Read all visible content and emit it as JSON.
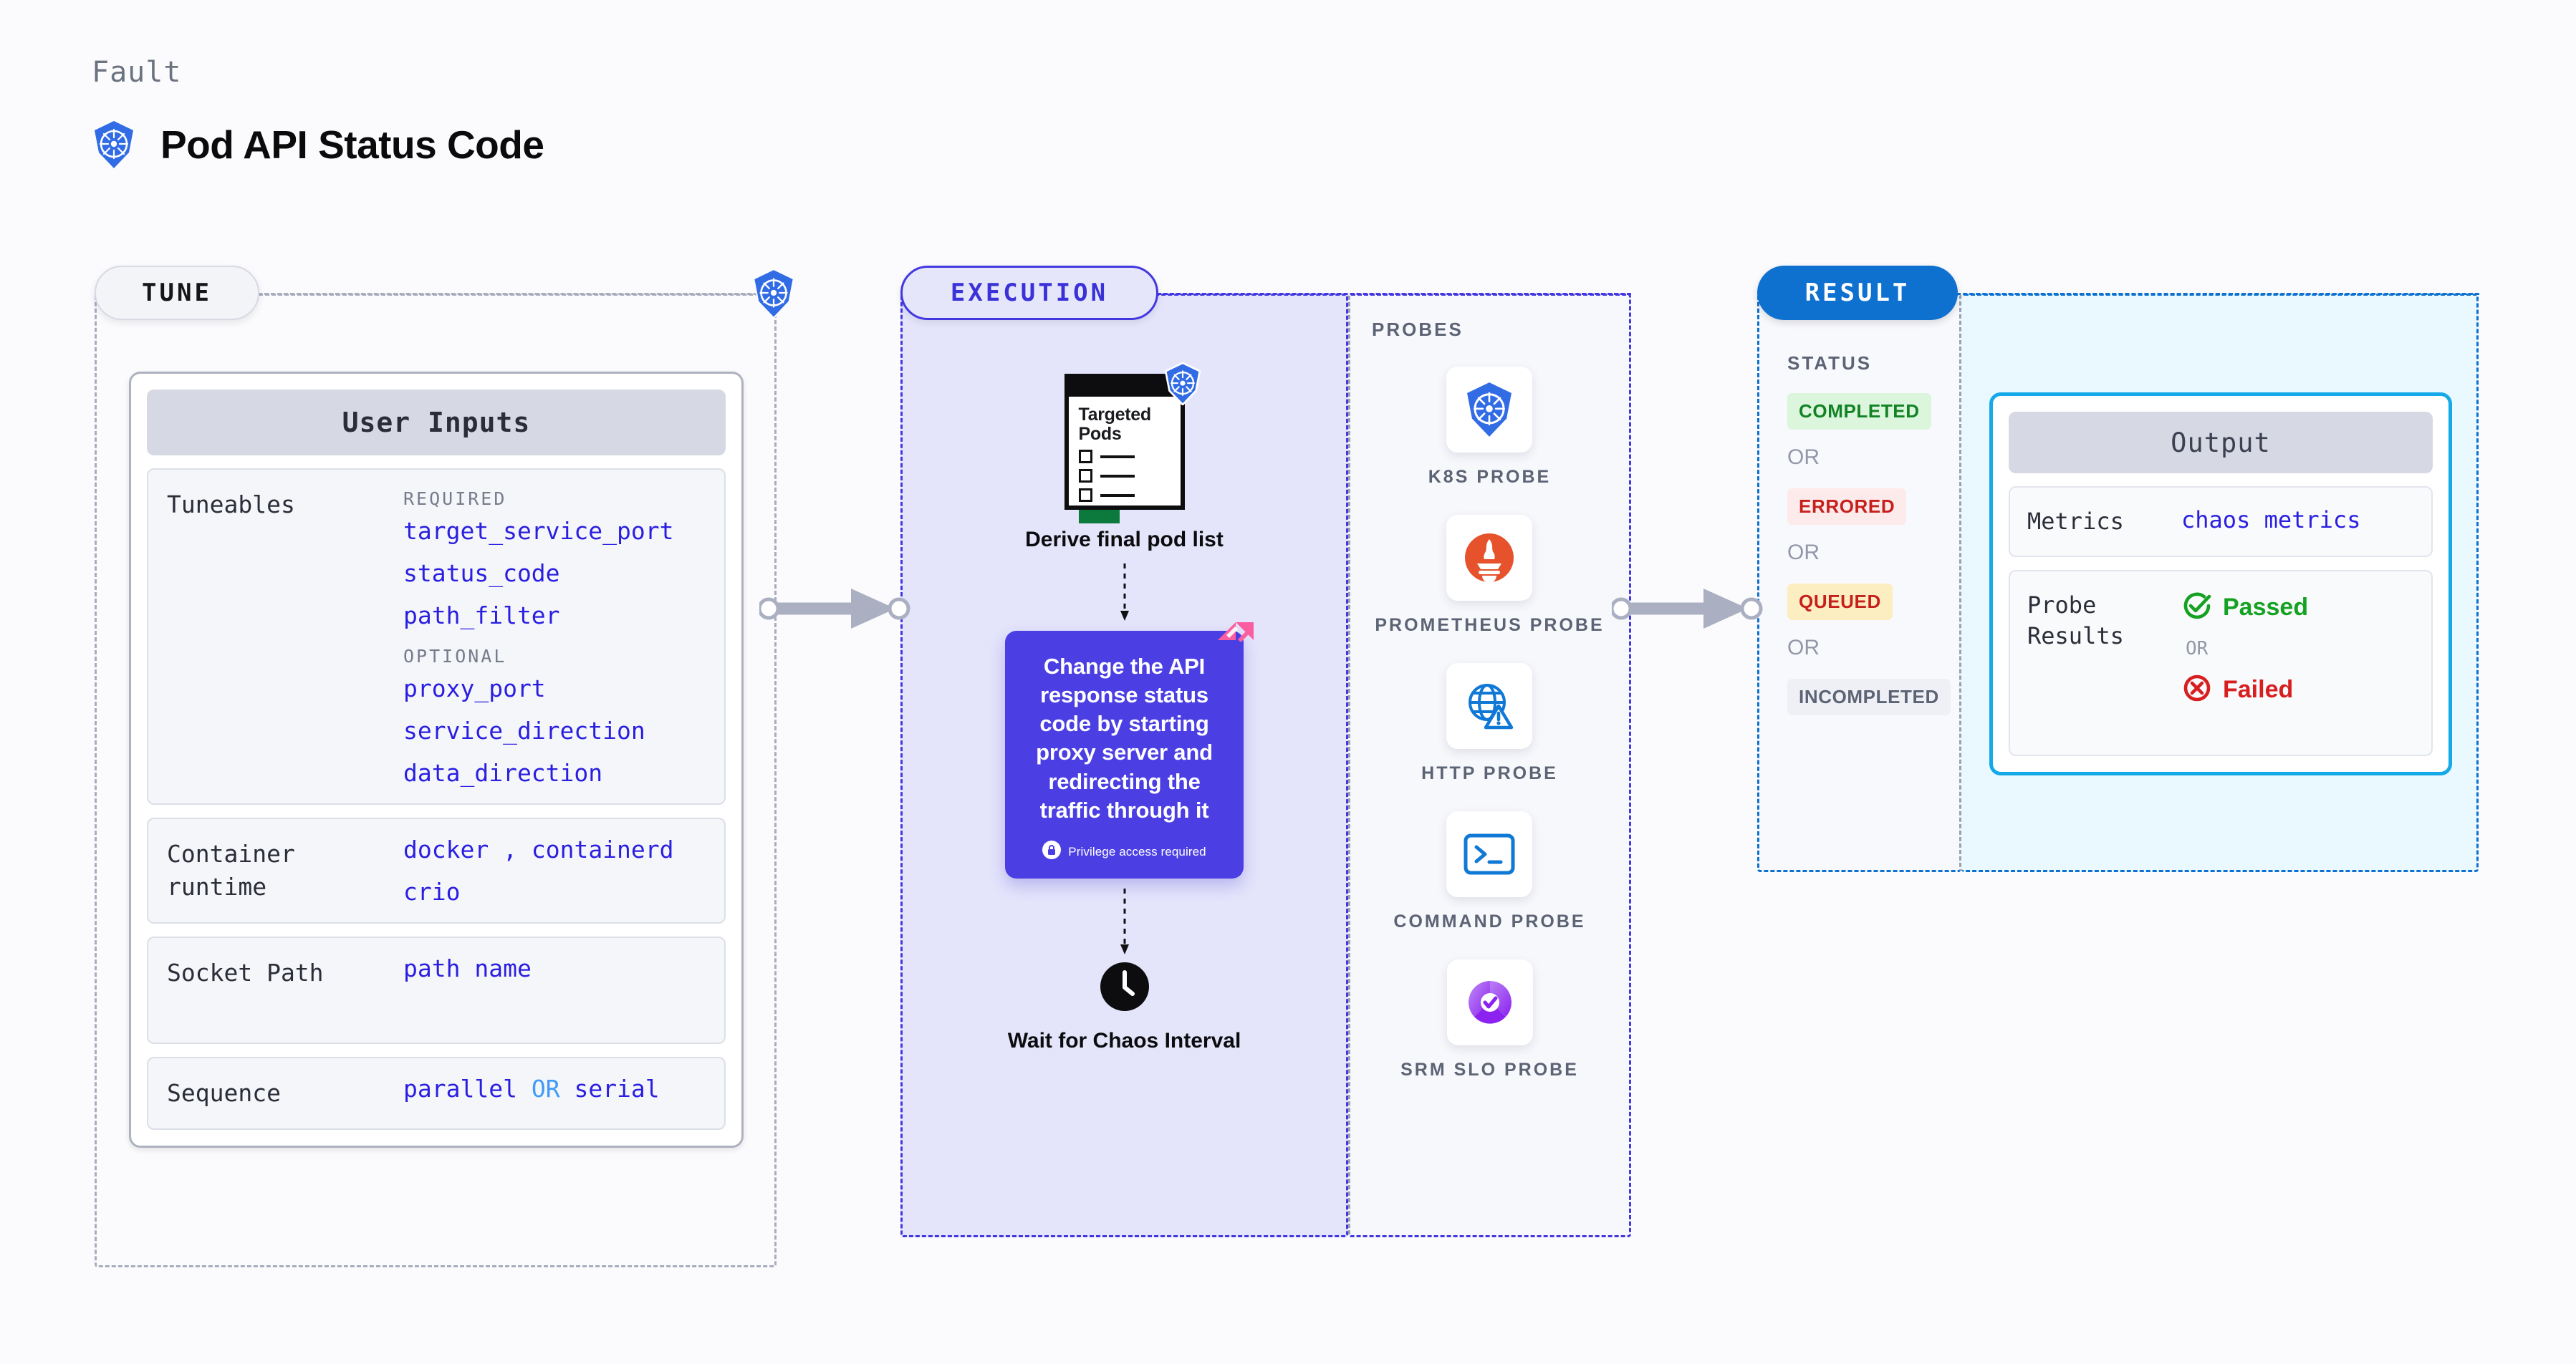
{
  "header": {
    "kicker": "Fault",
    "title": "Pod API Status Code",
    "icon": "kubernetes-icon"
  },
  "sections": {
    "tune": {
      "pill_label": "TUNE"
    },
    "execution": {
      "pill_label": "EXECUTION"
    },
    "result": {
      "pill_label": "RESULT"
    }
  },
  "tune": {
    "card_title": "User Inputs",
    "rows": [
      {
        "label": "Tuneables",
        "groups": [
          {
            "heading": "REQUIRED",
            "values": [
              "target_service_port",
              "status_code",
              "path_filter"
            ]
          },
          {
            "heading": "OPTIONAL",
            "values": [
              "proxy_port",
              "service_direction",
              "data_direction"
            ]
          }
        ]
      },
      {
        "label": "Container runtime",
        "values_line1": "docker",
        "values_sep": ",",
        "values_line1b": "containerd",
        "values_line2": "crio"
      },
      {
        "label": "Socket Path",
        "value": "path name"
      },
      {
        "label": "Sequence",
        "value_a": "parallel",
        "value_or": "OR",
        "value_b": "serial"
      }
    ]
  },
  "execution": {
    "pod_list": {
      "title_line1": "Targeted",
      "title_line2": "Pods",
      "badge_icon": "kubernetes-icon"
    },
    "node1_label": "Derive final pod list",
    "action_card": {
      "text": "Change the API response status code by starting proxy server and redirecting the traffic through it",
      "privilege_note": "Privilege access required",
      "privilege_icon": "lock-icon",
      "ribbon_icon": "chaos-ribbon-icon",
      "color": "#4b3fe4"
    },
    "node3_label": "Wait for Chaos Interval",
    "node3_icon": "clock-icon"
  },
  "probes": {
    "title": "PROBES",
    "items": [
      {
        "name": "K8S PROBE",
        "icon": "kubernetes-icon"
      },
      {
        "name": "PROMETHEUS PROBE",
        "icon": "prometheus-icon"
      },
      {
        "name": "HTTP PROBE",
        "icon": "globe-warning-icon"
      },
      {
        "name": "COMMAND PROBE",
        "icon": "terminal-icon"
      },
      {
        "name": "SRM SLO PROBE",
        "icon": "srm-slo-icon"
      }
    ]
  },
  "result": {
    "status_title": "STATUS",
    "or_label": "OR",
    "statuses": [
      {
        "label": "COMPLETED",
        "bg": "#dcf5dd",
        "fg": "#128324"
      },
      {
        "label": "ERRORED",
        "bg": "#fdeaea",
        "fg": "#c6201c"
      },
      {
        "label": "QUEUED",
        "bg": "#fdeec2",
        "fg": "#c6201c"
      },
      {
        "label": "INCOMPLETED",
        "bg": "#eef0f5",
        "fg": "#5c6374"
      }
    ],
    "output": {
      "title": "Output",
      "metrics_label": "Metrics",
      "metrics_value": "chaos metrics",
      "probe_results_label": "Probe Results",
      "passed_label": "Passed",
      "failed_label": "Failed",
      "or_label": "OR",
      "passed_icon": "check-circle-icon",
      "failed_icon": "x-circle-icon"
    }
  },
  "colors": {
    "accent_blue": "#0e70cf",
    "accent_purple": "#4338e0",
    "action_purple": "#4b3fe4",
    "output_border": "#16a9e8",
    "code_blue": "#2a1fe0"
  }
}
